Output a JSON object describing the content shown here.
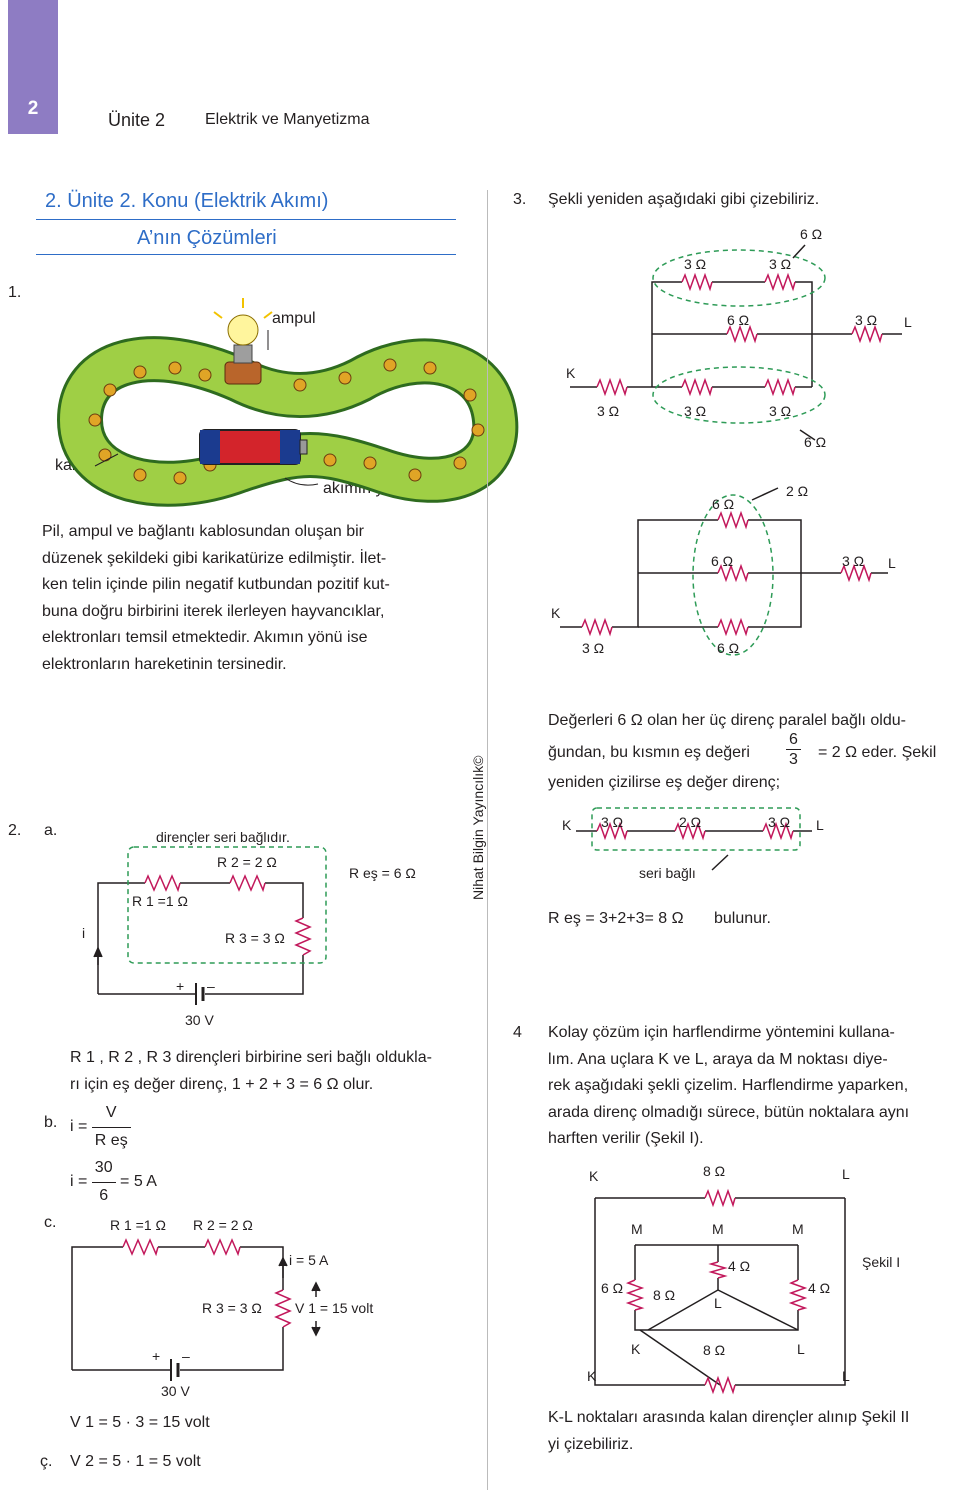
{
  "header": {
    "page_number": "2",
    "unit": "Ünite 2",
    "unit_title": "Elektrik ve Manyetizma"
  },
  "title": {
    "line1": "2. Ünite 2. Konu (Elektrik Akımı)",
    "line2": "A’nın Çözümleri"
  },
  "q1": {
    "num": "1.",
    "labels": {
      "ampul": "ampul",
      "kablo": "kablo",
      "pil": "pil",
      "akim": "akımın yönü"
    },
    "text": [
      "Pil, ampul ve bağlantı kablosundan oluşan bir",
      "düzenek şekildeki gibi karikatürize edilmiştir. İlet-",
      "ken telin içinde pilin negatif kutbundan pozitif kut-",
      "buna doğru birbirini iterek ilerleyen hayvancıklar,",
      "elektronları temsil etmektedir. Akımın yönü ise",
      "elektronların hareketinin tersinedir."
    ]
  },
  "q2": {
    "num": "2.",
    "a": "a.",
    "b": "b.",
    "c": "c.",
    "cc": "ç.",
    "seri": "dirençler seri bağlıdır.",
    "r1": "R 1 =1 Ω",
    "r2": "R 2 = 2 Ω",
    "r3": "R 3 = 3 Ω",
    "req": "R eş = 6 Ω",
    "i": "i",
    "plus": "+",
    "minus": "–",
    "v30": "30 V",
    "text": [
      "R 1 , R 2 , R 3 dirençleri birbirine seri bağlı oldukla-",
      "rı için eş değer direnç, 1 + 2 + 3 = 6 Ω olur."
    ],
    "b_i": "i =",
    "b_V": "V",
    "b_Req": "R eş",
    "b_30": "30",
    "b_6": "6",
    "b_res": "= 5 A",
    "c_i": "i = 5 A",
    "c_v1": "V 1 = 15 volt",
    "v1eq": "V 1 = 5 · 3 = 15 volt",
    "v2eq": "V 2 = 5 · 1 = 5 volt"
  },
  "q3": {
    "num": "3.",
    "intro": "Şekli yeniden aşağıdaki gibi çizebiliriz.",
    "d1": {
      "ohm6a": "6 Ω",
      "r3a": "3 Ω",
      "r3b": "3 Ω",
      "r6": "6 Ω",
      "r3L": "3 Ω",
      "L": "L",
      "K": "K",
      "b1": "3 Ω",
      "b2": "3 Ω",
      "b3": "3 Ω",
      "ohm6b": "6 Ω"
    },
    "d2": {
      "r6t": "6 Ω",
      "r2": "2 Ω",
      "r6m": "6 Ω",
      "r3L": "3 Ω",
      "L": "L",
      "K": "K",
      "r3": "3 Ω",
      "r6b": "6 Ω"
    },
    "text": [
      "Değerleri 6 Ω olan her üç direnç paralel bağlı oldu-",
      "ğundan, bu kısmın eş değeri",
      "= 2 Ω eder. Şekil",
      "yeniden çizilirse eş değer direnç;"
    ],
    "f6": "6",
    "f3": "3",
    "d3": {
      "K": "K",
      "a": "3 Ω",
      "b": "2 Ω",
      "c": "3 Ω",
      "L": "L",
      "seri": "seri bağlı"
    },
    "req": "R eş = 3+2+3= 8 Ω",
    "bulunur": "bulunur."
  },
  "publisher": "Nihat Bilgin Yayıncılık©",
  "q4": {
    "num": "4",
    "text": [
      "Kolay çözüm için harflendirme yöntemini kullana-",
      "lım. Ana uçlara K ve L, araya da M noktası diye-",
      "rek aşağıdaki şekli çizelim. Harflendirme yaparken,",
      "arada direnç olmadığı sürece, bütün noktalara aynı",
      "harften verilir (Şekil I)."
    ],
    "fig": {
      "K1": "K",
      "r8t": "8 Ω",
      "L1": "L",
      "M1": "M",
      "M2": "M",
      "M3": "M",
      "r6": "6 Ω",
      "r8m": "8 Ω",
      "r4a": "4 Ω",
      "r4b": "4 Ω",
      "Lm": "L",
      "K2": "K",
      "r8b": "8 Ω",
      "L2": "L",
      "K3": "K",
      "L3": "L",
      "sekil": "Şekil I"
    },
    "end": [
      "K-L noktaları arasında kalan dirençler alınıp Şekil II",
      "yi çizebiliriz."
    ]
  },
  "colors": {
    "accent": "#8e7cc3",
    "blue": "#2e6dc7",
    "resistor": "#c2185b",
    "dashed": "#2e9b57",
    "orbit": "#9fcf45"
  }
}
